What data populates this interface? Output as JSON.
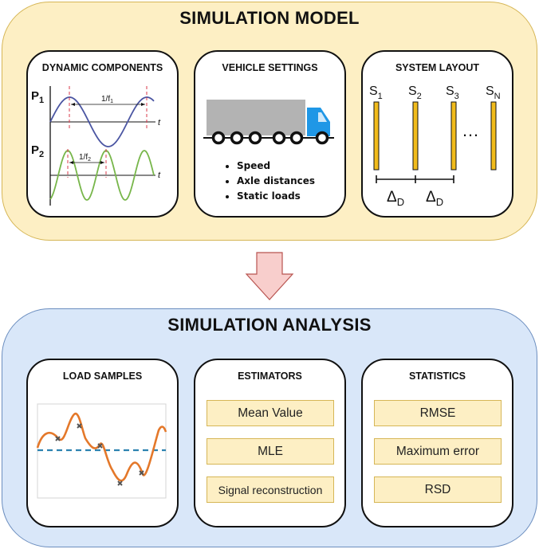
{
  "model": {
    "title": "SIMULATION MODEL",
    "dynamic_components": {
      "title": "DYNAMIC COMPONENTS",
      "p1_label": "P",
      "p1_sub": "1",
      "p2_label": "P",
      "p2_sub": "2",
      "period1_label": "1/f",
      "period1_sub": "1",
      "period2_label": "1/f",
      "period2_sub": "2",
      "axis_t": "t",
      "colors": {
        "p1": "#4a55a2",
        "p2": "#77b64a",
        "marker": "#d9384a"
      }
    },
    "vehicle_settings": {
      "title": "VEHICLE SETTINGS",
      "items": [
        "Speed",
        "Axle distances",
        "Static loads"
      ],
      "colors": {
        "trailer": "#b3b3b3",
        "cab": "#1f97e6"
      }
    },
    "system_layout": {
      "title": "SYSTEM LAYOUT",
      "sensors": [
        {
          "label": "S",
          "sub": "1"
        },
        {
          "label": "S",
          "sub": "2"
        },
        {
          "label": "S",
          "sub": "3"
        },
        {
          "label": "S",
          "sub": "N"
        }
      ],
      "ellipsis": "…",
      "spacing_label": "Δ",
      "spacing_sub": "D",
      "colors": {
        "sensor": "#f1bb1b"
      }
    }
  },
  "arrow_color": "#f8cecc",
  "analysis": {
    "title": "SIMULATION ANALYSIS",
    "load_samples": {
      "title": "LOAD SAMPLES",
      "colors": {
        "signal": "#e4782a",
        "mean": "#2c82b0",
        "sample": "#555555"
      }
    },
    "estimators": {
      "title": "ESTIMATORS",
      "items": [
        "Mean Value",
        "MLE",
        "Signal reconstruction"
      ]
    },
    "statistics": {
      "title": "STATISTICS",
      "items": [
        "RMSE",
        "Maximum error",
        "RSD"
      ]
    }
  }
}
